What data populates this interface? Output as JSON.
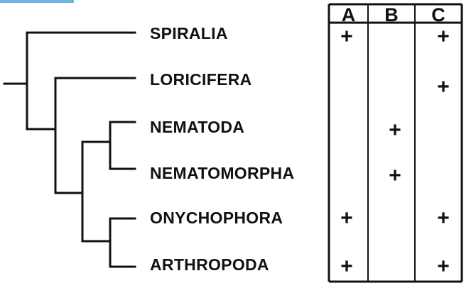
{
  "taxa": [
    "SPIRALIA",
    "LORICIFERA",
    "NEMATODA",
    "NEMATOMORPHA",
    "ONYCHOPHORA",
    "ARTHROPODA"
  ],
  "columns": [
    "A",
    "B",
    "C"
  ],
  "marks": [
    [
      "+",
      "",
      "+"
    ],
    [
      "",
      "",
      "+"
    ],
    [
      "",
      "+",
      ""
    ],
    [
      "",
      "+",
      ""
    ],
    [
      "+",
      "",
      "+"
    ],
    [
      "+",
      "",
      "+"
    ]
  ],
  "colors": {
    "ink": "#111111",
    "accent": "#6cb4e8",
    "background": "#ffffff"
  }
}
